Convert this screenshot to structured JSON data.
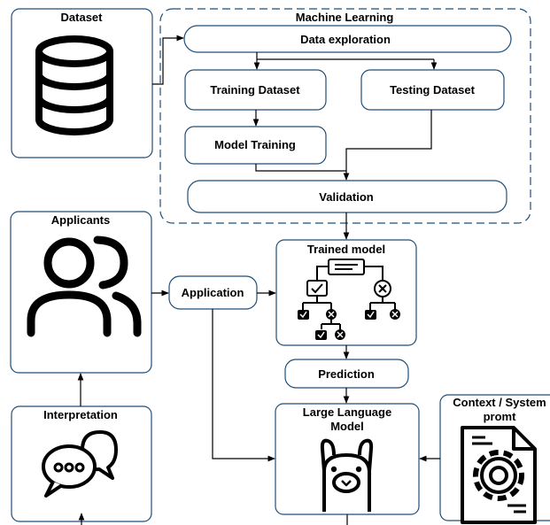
{
  "nodes": {
    "dataset": "Dataset",
    "machine_learning": "Machine Learning",
    "data_exploration": "Data exploration",
    "training_dataset": "Training Dataset",
    "testing_dataset": "Testing Dataset",
    "model_training": "Model Training",
    "validation": "Validation",
    "applicants": "Applicants",
    "application": "Application",
    "trained_model": "Trained model",
    "prediction": "Prediction",
    "llm_line1": "Large Language",
    "llm_line2": "Model",
    "interpretation": "Interpretation",
    "context_line1": "Context / System",
    "context_line2": "promt"
  },
  "icons": {
    "dataset": "database-icon",
    "applicants": "users-icon",
    "trained_model": "decision-tree-icon",
    "llm": "llama-icon",
    "interpretation": "chat-bubbles-icon",
    "context": "settings-document-icon"
  },
  "colors": {
    "border": "#1f4e79",
    "arrow": "#000000"
  }
}
